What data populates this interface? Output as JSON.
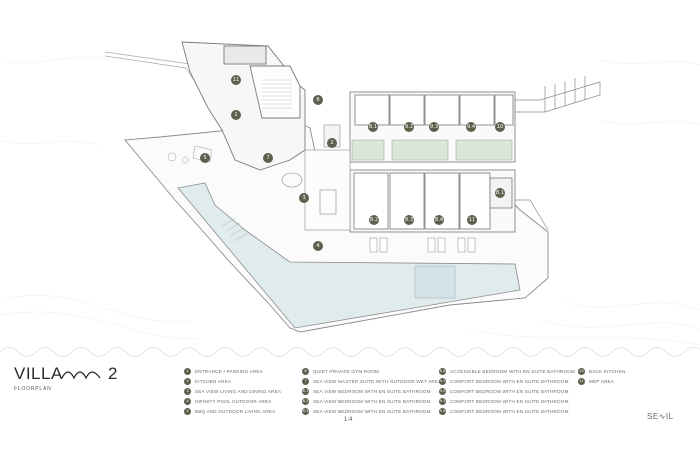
{
  "title": {
    "villa": "VILLA",
    "number": "2",
    "subtitle": "FLOORPLAN"
  },
  "page_number": "1:4",
  "brand": "SE∿IL",
  "colors": {
    "marker": "#5f5f4e",
    "pool": "#dfeaec",
    "lawn": "#dbe7d6",
    "line": "#9a9a9a",
    "wall": "#777777"
  },
  "plan_markers": [
    "11",
    "1",
    "6",
    "2",
    "5",
    "7",
    "3",
    "8.1",
    "9.2",
    "9.3",
    "9.4",
    "10",
    "8.2",
    "8.3",
    "8.4",
    "11",
    "8.1",
    "9.2",
    "9.3",
    "9.4",
    "4"
  ],
  "legend": [
    {
      "num": "1",
      "text": "ENTRANCE • PARKING AREA"
    },
    {
      "num": "2",
      "text": "KITCHEN AREA"
    },
    {
      "num": "3",
      "text": "SEA VIEW LIVING AND DINING AREA"
    },
    {
      "num": "4",
      "text": "INFINITY POOL OUTDOOR AREA"
    },
    {
      "num": "5",
      "text": "BBQ AND OUTDOOR LIVING AREA"
    },
    {
      "num": "6",
      "text": "QUIET PRIVATE GYM ROOM"
    },
    {
      "num": "7",
      "text": "SEA VIEW MASTER SUITE WITH OUTDOOR WET AREA"
    },
    {
      "num": "8.1",
      "text": "SEA VIEW BEDROOM WITH EN SUITE BATHROOM"
    },
    {
      "num": "8.2",
      "text": "SEA VIEW BEDROOM WITH EN SUITE BATHROOM"
    },
    {
      "num": "8.3",
      "text": "SEA VIEW BEDROOM WITH EN SUITE BATHROOM"
    },
    {
      "num": "8.4",
      "text": "ACCESSIBLE BEDROOM WITH EN SUITE BATHROOM"
    },
    {
      "num": "9.1",
      "text": "COMFORT BEDROOM WITH EN SUITE BATHROOM"
    },
    {
      "num": "9.2",
      "text": "COMFORT BEDROOM WITH EN SUITE BATHROOM"
    },
    {
      "num": "9.3",
      "text": "COMFORT BEDROOM WITH EN SUITE BATHROOM"
    },
    {
      "num": "9.4",
      "text": "COMFORT BEDROOM WITH EN SUITE BATHROOM"
    },
    {
      "num": "10",
      "text": "BACK KITCHEN"
    },
    {
      "num": "11",
      "text": "MEP AREA"
    }
  ]
}
